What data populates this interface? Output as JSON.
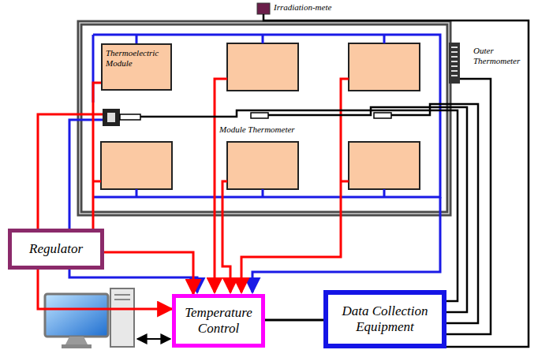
{
  "diagram": {
    "nodes": [
      {
        "text": [
          "Thermoelectric Module"
        ]
      },
      {
        "text": [
          "Regulator"
        ]
      },
      {
        "text": [
          "Temperature Control"
        ]
      },
      {
        "text": [
          "Data Collection Equipment"
        ]
      }
    ],
    "edges": [
      {
        "from": 0,
        "to": 2,
        "arrow": "to"
      },
      {
        "from": 1,
        "to": 2,
        "arrow": "to"
      },
      {
        "from": 2,
        "to": 3,
        "arrow": "none"
      }
    ],
    "labels": [
      "Irradiation-mete",
      "Module Thermometer",
      "Outer Thermometer"
    ]
  }
}
